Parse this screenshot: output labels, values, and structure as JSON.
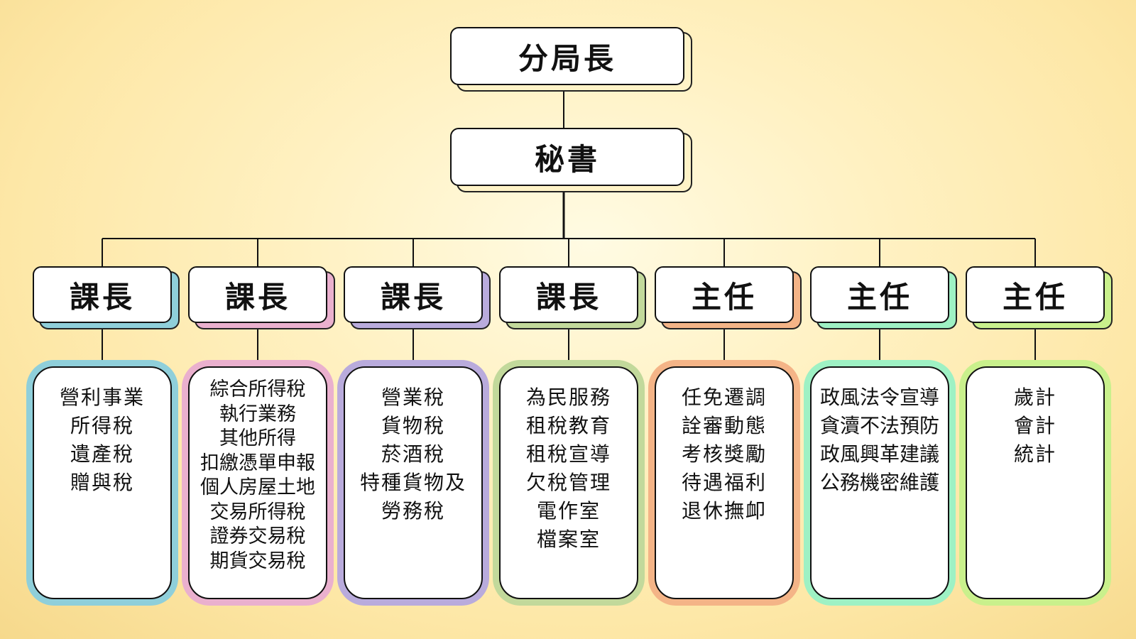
{
  "org": {
    "top": {
      "director": "分局長",
      "secretary": "秘書"
    },
    "units": [
      {
        "title": "課長",
        "accent": "#8fcfda",
        "duties": [
          "營利事業",
          "所得稅",
          "遺產稅",
          "贈與稅"
        ]
      },
      {
        "title": "課長",
        "accent": "#eab0ce",
        "duties": [
          "綜合所得稅",
          "執行業務",
          "其他所得",
          "扣繳憑單申報",
          "個人房屋土地",
          "交易所得稅",
          "證券交易稅",
          "期貨交易稅"
        ]
      },
      {
        "title": "課長",
        "accent": "#b9abdc",
        "duties": [
          "營業稅",
          "貨物稅",
          "菸酒稅",
          "特種貨物及",
          "勞務稅"
        ]
      },
      {
        "title": "課長",
        "accent": "#c2d99b",
        "duties": [
          "為民服務",
          "租稅教育",
          "租稅宣導",
          "欠稅管理",
          "電作室",
          "檔案室"
        ]
      },
      {
        "title": "主任",
        "accent": "#f4b487",
        "duties": [
          "任免遷調",
          "詮審動態",
          "考核獎勵",
          "待遇福利",
          "退休撫卹"
        ]
      },
      {
        "title": "主任",
        "accent": "#9ef1c4",
        "duties": [
          "政風法令宣導",
          "貪瀆不法預防",
          "政風興革建議",
          "公務機密維護"
        ]
      },
      {
        "title": "主任",
        "accent": "#c9f08c",
        "duties": [
          "歲計",
          "會計",
          "統計"
        ]
      }
    ]
  }
}
